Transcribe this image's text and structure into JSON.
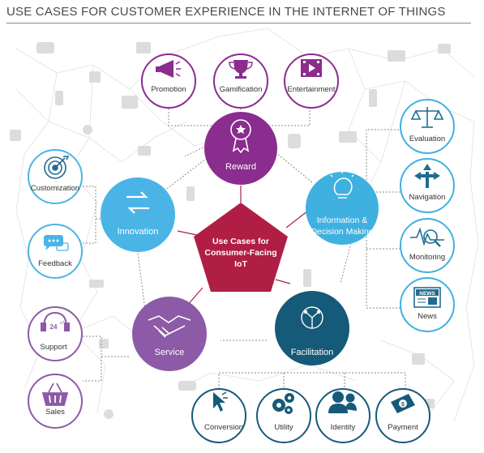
{
  "header": {
    "title": "USE CASES FOR CUSTOMER EXPERIENCE IN THE INTERNET OF THINGS"
  },
  "colors": {
    "reward": "#8b2c8f",
    "information": "#3fb1e0",
    "facilitation": "#155a78",
    "service": "#8c5aa6",
    "innovation": "#4ab4e6",
    "center": "#b01e45",
    "connector": "#888888",
    "background_line": "#d6d6d6"
  },
  "center": {
    "line1": "Use Cases for",
    "line2": "Consumer-Facing",
    "line3": "IoT"
  },
  "hubs": {
    "reward": {
      "label": "Reward",
      "icon": "medal-icon"
    },
    "information": {
      "label1": "Information &",
      "label2": "Decision Making",
      "icon": "lightbulb-icon"
    },
    "facilitation": {
      "label": "Facilitation",
      "icon": "circuit-globe-icon"
    },
    "service": {
      "label": "Service",
      "icon": "handshake-icon"
    },
    "innovation": {
      "label": "Innovation",
      "icon": "refresh-arrows-icon"
    }
  },
  "leaves": {
    "promotion": {
      "label": "Promotion",
      "icon": "megaphone-icon"
    },
    "gamification": {
      "label": "Gamification",
      "icon": "trophy-icon"
    },
    "entertainment": {
      "label": "Entertainment",
      "icon": "film-icon"
    },
    "evaluation": {
      "label": "Evaluation",
      "icon": "scales-icon"
    },
    "navigation": {
      "label": "Navigation",
      "icon": "signpost-arrows-icon"
    },
    "monitoring": {
      "label": "Monitoring",
      "icon": "pulse-magnifier-icon"
    },
    "news": {
      "label": "News",
      "icon": "newspaper-icon",
      "badge": "NEWS"
    },
    "conversion": {
      "label": "Conversion",
      "icon": "cursor-arrow-icon"
    },
    "utility": {
      "label": "Utility",
      "icon": "gears-icon"
    },
    "identity": {
      "label": "Identity",
      "icon": "users-icon"
    },
    "payment": {
      "label": "Payment",
      "icon": "dollar-card-icon"
    },
    "customization": {
      "label": "Customization",
      "icon": "target-icon"
    },
    "feedback": {
      "label": "Feedback",
      "icon": "speech-bubbles-icon"
    },
    "support": {
      "label": "Support",
      "icon": "headset-icon",
      "badge": "24",
      "badge_sup": "x7"
    },
    "sales": {
      "label": "Sales",
      "icon": "shopping-basket-icon"
    }
  }
}
